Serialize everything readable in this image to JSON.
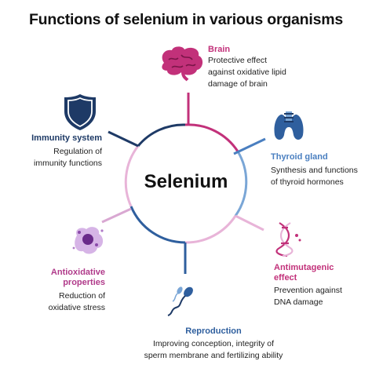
{
  "title": "Functions of selenium in various organisms",
  "center": "Selenium",
  "colors": {
    "brain": "#c2317a",
    "thyroid": "#4a7fc0",
    "antimutagenic": "#c2317a",
    "reproduction": "#2f5f9e",
    "antioxidative": "#b03a8a",
    "immunity": "#1e3a66",
    "ring_pink": "#e8b4d8",
    "ring_navy": "#1e3a66",
    "ring_blue": "#7aa6d6"
  },
  "nodes": {
    "brain": {
      "head": "Brain",
      "desc": [
        "Protective  effect",
        "against oxidative lipid",
        "damage of brain"
      ],
      "icon": "brain-icon"
    },
    "thyroid": {
      "head": "Thyroid gland",
      "desc": [
        "Synthesis and functions",
        "of thyroid hormones"
      ],
      "icon": "thyroid-icon"
    },
    "antimutagenic": {
      "head": [
        "Antimutagenic",
        "effect"
      ],
      "desc": [
        "Prevention against",
        "DNA damage"
      ],
      "icon": "dna-icon"
    },
    "reproduction": {
      "head": "Reproduction",
      "desc": [
        "Improving conception, integrity of",
        "sperm membrane and fertilizing ability"
      ],
      "icon": "sperm-icon"
    },
    "antioxidative": {
      "head": [
        "Antioxidative",
        "properties"
      ],
      "desc": [
        "Reduction of",
        "oxidative stress"
      ],
      "icon": "cell-icon"
    },
    "immunity": {
      "head": "Immunity system",
      "desc": [
        "Regulation of",
        "immunity functions"
      ],
      "icon": "shield-icon"
    }
  }
}
